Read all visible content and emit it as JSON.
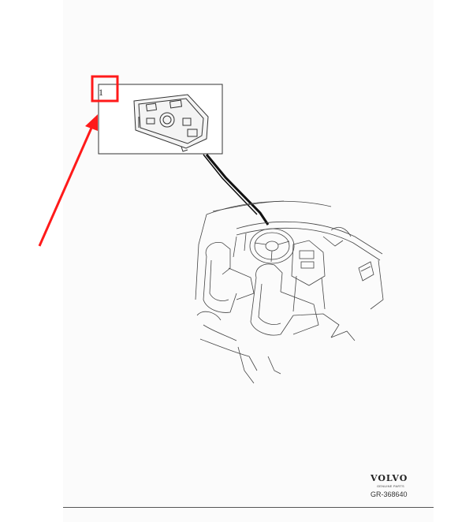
{
  "diagram": {
    "callout_number": "1",
    "brand": "VOLVO",
    "brand_tagline": "GENUINE PARTS",
    "reference_code": "GR-368640"
  },
  "colors": {
    "highlight": "#ff1a1a",
    "line_art": "#333333",
    "background": "#ffffff"
  }
}
